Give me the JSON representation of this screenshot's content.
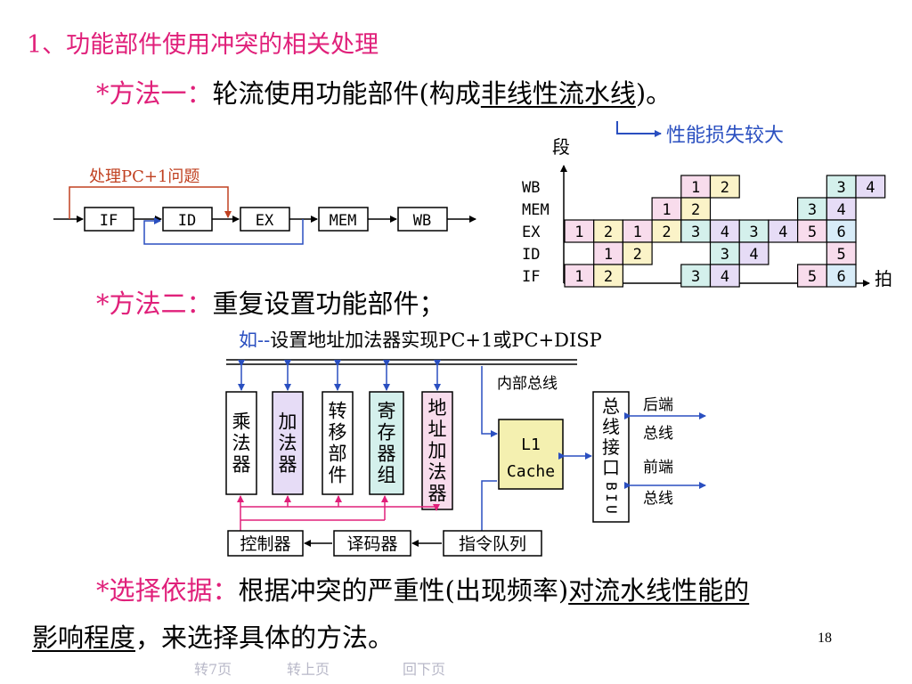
{
  "title": "1、功能部件使用冲突的相关处理",
  "method1": {
    "bullet": "*",
    "label": "方法一：",
    "text_before": "轮流使用功能部件(构成",
    "underlined": "非线性流水线",
    "text_after": ")。",
    "callout": "性能损失较大"
  },
  "pipeline": {
    "feedback_label": "处理PC+1问题",
    "stages": [
      "IF",
      "ID",
      "EX",
      "MEM",
      "WB"
    ]
  },
  "table": {
    "y_axis_label": "段",
    "x_axis_label": "拍",
    "rows": [
      {
        "stage": "WB",
        "cells": [
          "",
          "",
          "",
          "",
          "1",
          "2",
          "",
          "",
          "",
          "3",
          "4"
        ]
      },
      {
        "stage": "MEM",
        "cells": [
          "",
          "",
          "",
          "1",
          "2",
          "",
          "",
          "",
          "3",
          "4",
          ""
        ]
      },
      {
        "stage": "EX",
        "cells": [
          "1",
          "2",
          "1",
          "2",
          "3",
          "4",
          "3",
          "4",
          "5",
          "6",
          ""
        ]
      },
      {
        "stage": "ID",
        "cells": [
          "",
          "1",
          "2",
          "",
          "",
          "3",
          "4",
          "",
          "",
          "5",
          ""
        ]
      },
      {
        "stage": "IF",
        "cells": [
          "1",
          "2",
          "",
          "",
          "3",
          "4",
          "",
          "",
          "5",
          "6",
          ""
        ]
      }
    ]
  },
  "method2": {
    "bullet": "*",
    "label": "方法二：",
    "text": "重复设置功能部件；"
  },
  "arch": {
    "example_prefix": "如--",
    "example_text": "设置地址加法器实现PC+1或PC+DISP",
    "internal_bus": "内部总线",
    "units": [
      "乘法器",
      "加法器",
      "转移部件",
      "寄存器组",
      "地址加法器"
    ],
    "cache_line1": "L1",
    "cache_line2": "Cache",
    "biu_cn": "总线接口",
    "biu_en": "BIU",
    "backend_1": "后端",
    "backend_2": "总线",
    "frontend_1": "前端",
    "frontend_2": "总线",
    "controller": "控制器",
    "decoder": "译码器",
    "queue": "指令队列"
  },
  "method3": {
    "bullet": "*",
    "label": "选择依据：",
    "text_before": "根据冲突的严重性(出现频率)",
    "underlined": "对流水线性能的",
    "line2_underlined": "影响程度",
    "line2_after": "，来选择具体的方法。"
  },
  "page_number": "18",
  "nav": {
    "goto7": "转7页",
    "prev": "转上页",
    "next": "回下页"
  },
  "colors": {
    "accent": "#e0207a",
    "blue": "#2a4fc0",
    "brown": "#c04020"
  }
}
